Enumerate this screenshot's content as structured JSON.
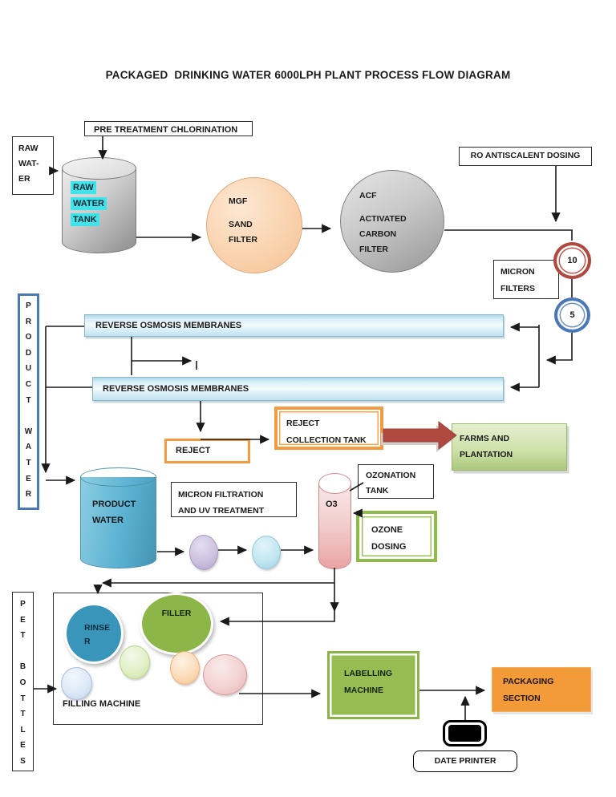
{
  "page": {
    "title": "PACKAGED  DRINKING WATER 6000LPH PLANT PROCESS FLOW DIAGRAM"
  },
  "nodes": {
    "pre_treatment_chlorination": {
      "label": "PRE TREATMENT CHLORINATION"
    },
    "raw_water_source": {
      "lines": [
        "RAW",
        "WAT-",
        "ER"
      ]
    },
    "raw_water_tank": {
      "lines": [
        "RAW",
        "WATER",
        "TANK"
      ]
    },
    "mgf_sand_filter": {
      "lines": [
        "MGF",
        "",
        "SAND",
        "FILTER"
      ]
    },
    "acf_carbon_filter": {
      "lines": [
        "ACF",
        "",
        "ACTIVATED",
        "CARBON",
        "FILTER"
      ]
    },
    "ro_antiscalent_dosing": {
      "label": "RO ANTISCALENT DOSING"
    },
    "micron_filters": {
      "lines": [
        "MICRON",
        "FILTERS"
      ]
    },
    "micron_filter_10": {
      "label": "10"
    },
    "micron_filter_5": {
      "label": "5"
    },
    "ro_membrane_1": {
      "label": "REVERSE OSMOSIS MEMBRANES"
    },
    "ro_membrane_2": {
      "label": "REVERSE OSMOSIS MEMBRANES"
    },
    "product_water_rail": {
      "letters": [
        "P",
        "R",
        "O",
        "D",
        "U",
        "C",
        "T",
        "",
        "W",
        "A",
        "T",
        "E",
        "R"
      ]
    },
    "reject": {
      "label": "REJECT"
    },
    "reject_collection_tank": {
      "lines": [
        "REJECT",
        "COLLECTION TANK"
      ]
    },
    "farms_and_plantation": {
      "lines": [
        "FARMS AND",
        "PLANTATION"
      ]
    },
    "product_water_tank": {
      "lines": [
        "PRODUCT",
        "WATER"
      ]
    },
    "micron_filtration_uv": {
      "lines": [
        "MICRON FILTRATION",
        "AND UV TREATMENT"
      ]
    },
    "ozonation_tank": {
      "lines": [
        "OZONATION",
        "TANK"
      ]
    },
    "o3_cylinder": {
      "label": "O3"
    },
    "ozone_dosing": {
      "lines": [
        "OZONE",
        "DOSING"
      ]
    },
    "pet_bottles_rail": {
      "letters": [
        "P",
        "E",
        "T",
        "",
        "B",
        "O",
        "T",
        "T",
        "L",
        "E",
        "S"
      ]
    },
    "filling_machine": {
      "label": "FILLING MACHINE"
    },
    "rinser": {
      "lines": [
        "RINSE",
        "R"
      ]
    },
    "filler": {
      "label": "FILLER"
    },
    "labelling_machine": {
      "lines": [
        "LABELLING",
        "MACHINE"
      ]
    },
    "packaging_section": {
      "lines": [
        "PACKAGING",
        "SECTION"
      ]
    },
    "date_printer": {
      "label": "DATE PRINTER"
    }
  },
  "colors": {
    "highlight_cyan": "#3fe3e9",
    "orange_accent": "#f49b42",
    "green_accent": "#8fbc49",
    "labelling_green": "#97bd52",
    "filler_green": "#8cb748",
    "rinser_teal": "#3996ba",
    "packaging_orange": "#f29b38",
    "block_arrow_red": "#b0493f",
    "filter10_ring_red": "#b04a40",
    "filter5_ring_blue": "#4a78b8",
    "product_water_teal": "#55afd0",
    "ozone_pink": "#f3cdcd",
    "ro_bar_blue": "#cfe9f4",
    "farms_green": "#bcd593",
    "raw_tank_gray": "#b5b5b5",
    "mgf_peach": "#f8cfa6"
  }
}
